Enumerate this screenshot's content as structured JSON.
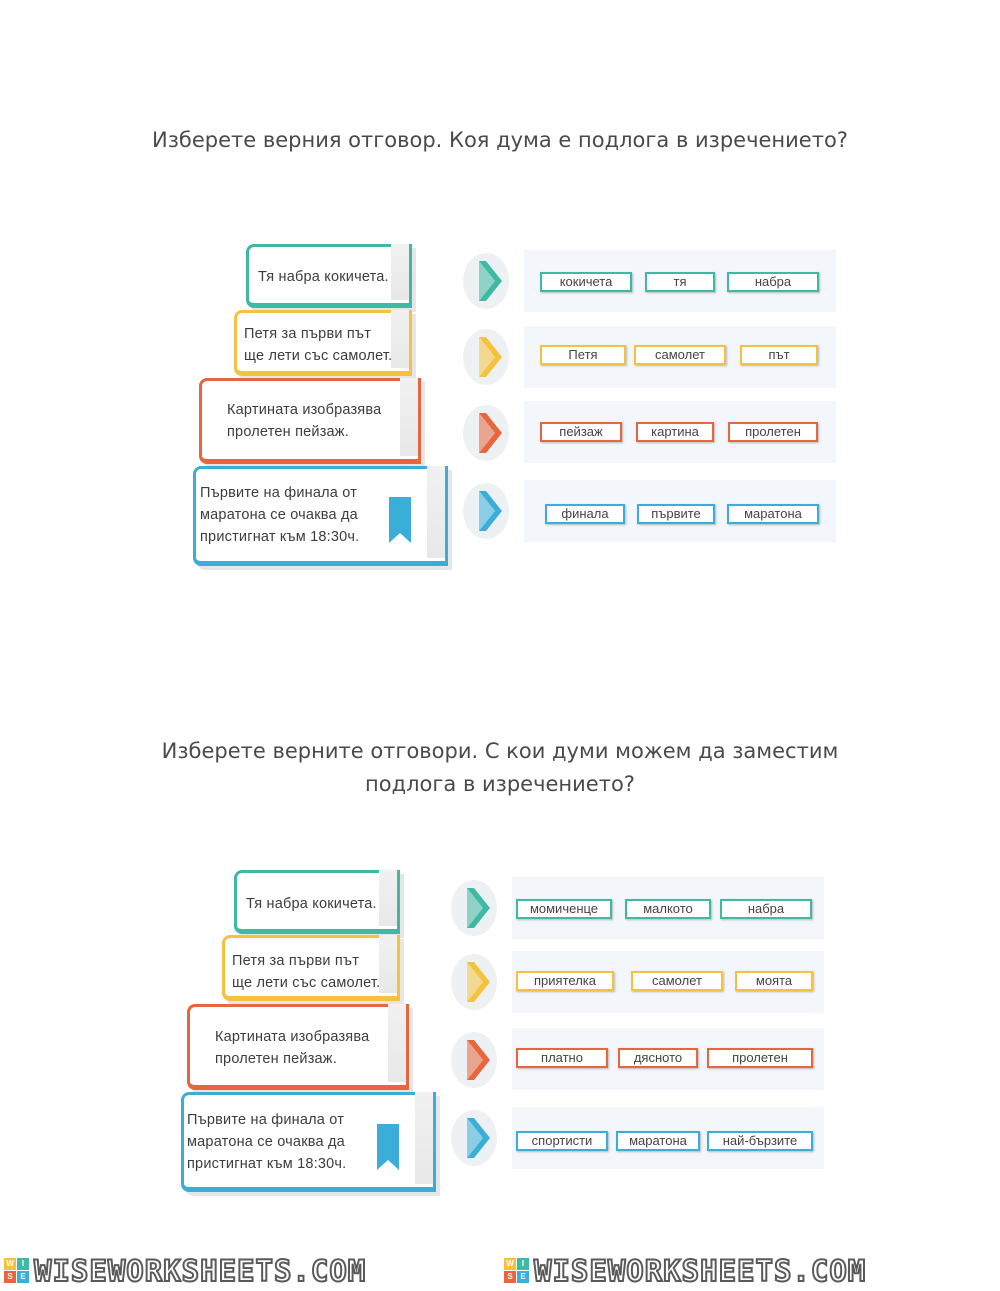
{
  "sections": [
    {
      "question": [
        "Изберете верния отговор. Коя дума е подлога в изречението?"
      ],
      "rows": [
        {
          "sentence": [
            "Тя набра кокичета."
          ],
          "color": "#3fb8a4",
          "choices": [
            "кокичета",
            "тя",
            "набра"
          ]
        },
        {
          "sentence": [
            "Петя за първи път",
            "ще лети със самолет."
          ],
          "color": "#f6c23e",
          "choices": [
            "Петя",
            "самолет",
            "път"
          ]
        },
        {
          "sentence": [
            "Картината изобразява",
            "пролетен пейзаж."
          ],
          "color": "#e8663d",
          "choices": [
            "пейзаж",
            "картина",
            "пролетен"
          ]
        },
        {
          "sentence": [
            "Първите на финала от",
            "маратона се очаква да",
            "пристигнат към 18:30ч."
          ],
          "color": "#3aaed8",
          "choices": [
            "финала",
            "първите",
            "маратона"
          ]
        }
      ]
    },
    {
      "question": [
        "Изберете верните отговори. С кои думи можем да заместим",
        "подлога в изречението?"
      ],
      "rows": [
        {
          "sentence": [
            "Тя набра кокичета."
          ],
          "color": "#3fb8a4",
          "choices": [
            "момиченце",
            "малкото",
            "набра"
          ]
        },
        {
          "sentence": [
            "Петя за първи път",
            "ще лети със самолет."
          ],
          "color": "#f6c23e",
          "choices": [
            "приятелка",
            "самолет",
            "моята"
          ]
        },
        {
          "sentence": [
            "Картината изобразява",
            "пролетен пейзаж."
          ],
          "color": "#e8663d",
          "choices": [
            "платно",
            "дясното",
            "пролетен"
          ]
        },
        {
          "sentence": [
            "Първите на финала от",
            "маратона се очаква да",
            "пристигнат към 18:30ч."
          ],
          "color": "#3aaed8",
          "choices": [
            "спортисти",
            "маратона",
            "най-бързите"
          ]
        }
      ]
    }
  ],
  "footer": {
    "logo_text": "WISEWORKSHEETS.COM",
    "badge_letters": [
      "W",
      "I",
      "S",
      "E"
    ],
    "badge_colors": [
      "#f6c23e",
      "#3fb8a4",
      "#e8663d",
      "#3aaed8"
    ]
  }
}
